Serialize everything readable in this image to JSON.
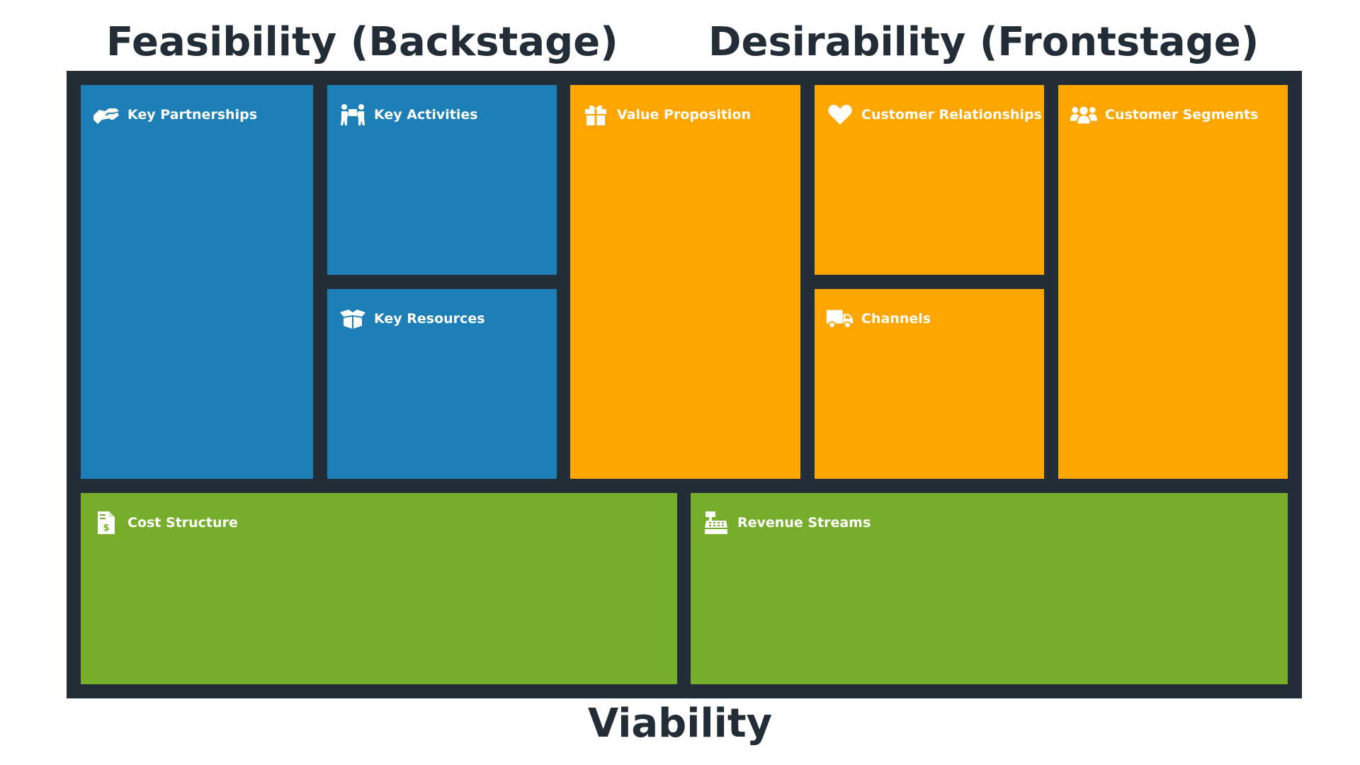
{
  "headings": {
    "feasibility": "Feasibility (Backstage)",
    "desirability": "Desirability (Frontstage)",
    "viability": "Viability"
  },
  "colors": {
    "frame": "#232d38",
    "feasibility_blue": "#1d7fb5",
    "desirability_orange": "#ffa500",
    "viability_green": "#76ae2b",
    "text_on_block": "#ffffff"
  },
  "blocks": {
    "key_partnerships": {
      "label": "Key Partnerships",
      "icon": "handshake-icon"
    },
    "key_activities": {
      "label": "Key Activities",
      "icon": "people-carry-icon"
    },
    "key_resources": {
      "label": "Key Resources",
      "icon": "open-box-icon"
    },
    "value_proposition": {
      "label": "Value Proposition",
      "icon": "gift-icon"
    },
    "customer_relationships": {
      "label": "Customer Relationships",
      "icon": "heart-icon"
    },
    "channels": {
      "label": "Channels",
      "icon": "truck-icon"
    },
    "customer_segments": {
      "label": "Customer Segments",
      "icon": "users-icon"
    },
    "cost_structure": {
      "label": "Cost Structure",
      "icon": "invoice-dollar-icon"
    },
    "revenue_streams": {
      "label": "Revenue Streams",
      "icon": "cash-register-icon"
    }
  }
}
